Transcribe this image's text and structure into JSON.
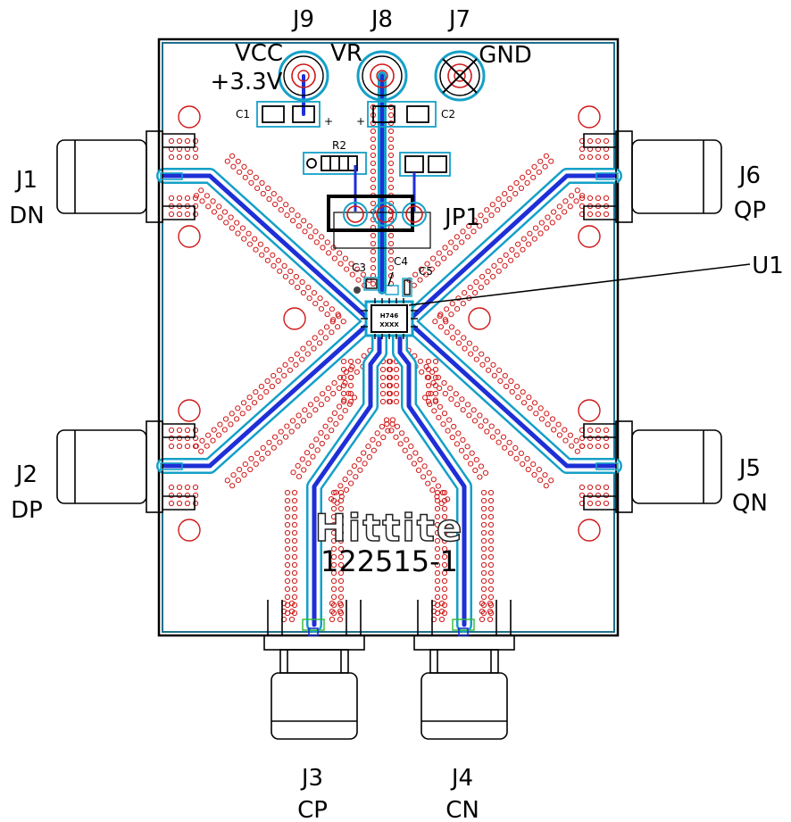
{
  "colors": {
    "outline": "#1f6f8b",
    "trace": "#1e2fd6",
    "via": "#d01818",
    "pad": "#14a0c8",
    "ink": "#000000",
    "green": "#2ebd2e"
  },
  "connectors": {
    "j9": {
      "ref": "J9",
      "net1": "VCC",
      "net2": "+3.3V"
    },
    "j8": {
      "ref": "J8",
      "net": "VR"
    },
    "j7": {
      "ref": "J7",
      "net": "GND"
    },
    "j1": {
      "ref": "J1",
      "net": "DN"
    },
    "j2": {
      "ref": "J2",
      "net": "DP"
    },
    "j6": {
      "ref": "J6",
      "net": "QP"
    },
    "j5": {
      "ref": "J5",
      "net": "QN"
    },
    "j3": {
      "ref": "J3",
      "net": "CP"
    },
    "j4": {
      "ref": "J4",
      "net": "CN"
    }
  },
  "components": {
    "c1": "C1",
    "c2": "C2",
    "c3": "C3",
    "c4": "C4",
    "c5": "C5",
    "r2": "R2",
    "jp1": "JP1",
    "u1": "U1",
    "plus": "+",
    "chip_line1": "H746",
    "chip_line2": "XXXX"
  },
  "brand": {
    "name": "Hittite",
    "part_number": "122515-1"
  }
}
